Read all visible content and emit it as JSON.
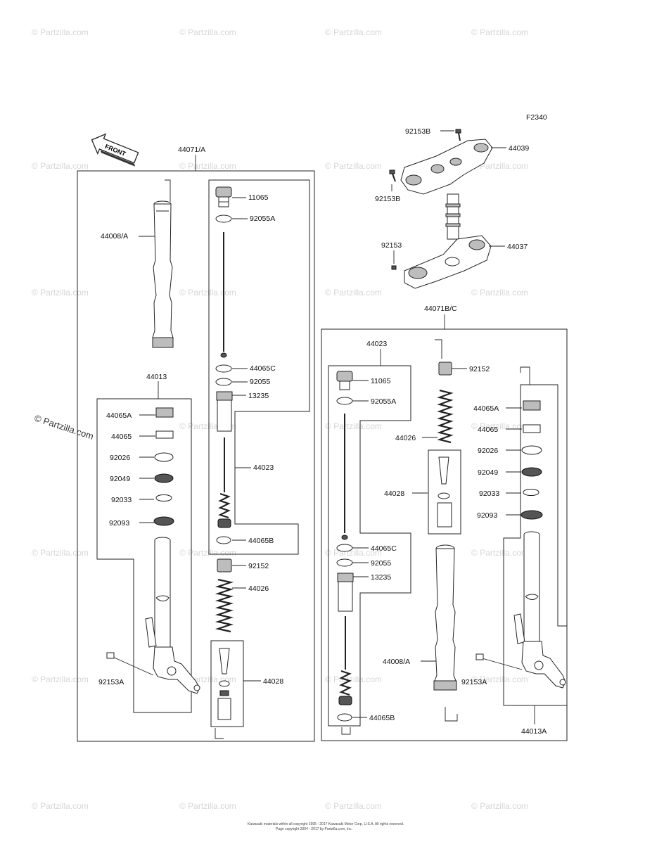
{
  "figure_code": "F2340",
  "front_label": "FRONT",
  "watermark": "© Partzilla.com",
  "footer": [
    "Kawasaki materials within all copyright 1995 - 2017 Kawasaki Motor Corp. U.S.A. All rights reserved.",
    "Page copyright 2004 - 2017 by Partzilla.com, Inc."
  ],
  "left_assembly": {
    "title": "44071/A",
    "labels": {
      "tube": "44008/A",
      "fork_lower": "44013",
      "cap_bolt": "11065",
      "cap_oring": "92055A",
      "ring_c": "44065C",
      "oring": "92055",
      "bush_13235": "13235",
      "cartridge": "44023",
      "ring_b": "44065B",
      "nut": "92152",
      "spring": "44026",
      "spring_guide": "44028",
      "bush_a": "44065A",
      "bush": "44065",
      "washer": "92026",
      "oil_seal": "92049",
      "circlip": "92033",
      "dust_seal": "92093",
      "bolt": "92153A"
    }
  },
  "right_assembly": {
    "title": "44071B/C",
    "labels": {
      "cartridge": "44023",
      "cap_bolt": "11065",
      "cap_oring": "92055A",
      "nut": "92152",
      "spring": "44026",
      "spring_guide": "44028",
      "ring_c": "44065C",
      "oring": "92055",
      "bush_13235": "13235",
      "ring_b": "44065B",
      "tube": "44008/A",
      "bush_a": "44065A",
      "bush": "44065",
      "washer": "92026",
      "oil_seal": "92049",
      "circlip": "92033",
      "dust_seal": "92093",
      "bolt": "92153A",
      "fork_lower": "44013A"
    }
  },
  "top": {
    "bolt_b1": "92153B",
    "upper_bracket": "44039",
    "bolt_b2": "92153B",
    "bolt": "92153",
    "stem": "44037"
  }
}
